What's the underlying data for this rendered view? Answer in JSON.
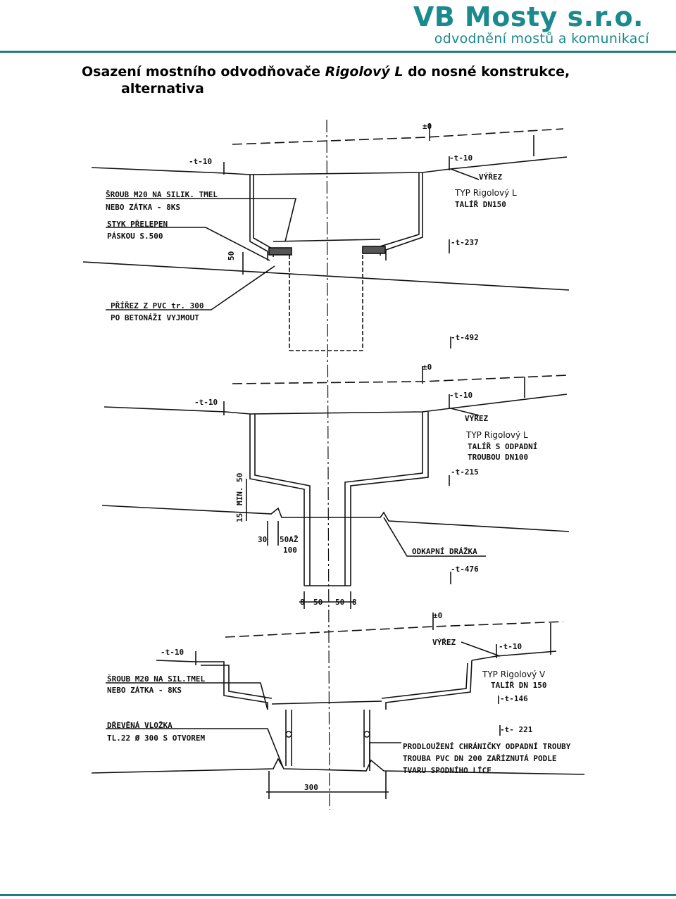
{
  "header": {
    "logo_main": "VB Mosty s.r.o.",
    "logo_sub": "odvodnění mostů a komunikací",
    "brand_color": "#1a8a8c",
    "rule_color": "#1f7d84"
  },
  "title": {
    "part1": "Osazení mostního odvodňovače ",
    "part2_italic": "Rigolový L",
    "part3": " do nosné konstrukce,",
    "line2": "alternativa"
  },
  "drawing1": {
    "lev_zero": "±0",
    "lev_m10_left": "-t-10",
    "lev_m10_right": "-t-10",
    "vyrez": "VÝŘEZ",
    "typ": "TYP Rigolový L",
    "talir": "TALÍŘ DN150",
    "lev_237": "-t-237",
    "lev_492": "-t-492",
    "sroub_1": "ŠROUB M20 NA SILIK. TMEL",
    "sroub_2": "NEBO ZÁTKA - 8KS",
    "styk_1": "STYK PŘELEPEN",
    "styk_2": "PÁSKOU S.500",
    "dim_50": "50",
    "prirez_1": "PŘÍŘEZ Z PVC tr. 300",
    "prirez_2": "PO BETONÁŽI VYJMOUT"
  },
  "drawing2": {
    "lev_zero": "±0",
    "lev_m10_left": "-t-10",
    "lev_m10_right": "-t-10",
    "vyrez": "VÝŘEZ",
    "typ": "TYP Rigolový L",
    "talir_1": "TALÍŘ S ODPADNÍ",
    "talir_2": "TROUBOU DN100",
    "lev_215": "-t-215",
    "min50": "MIN. 50",
    "dim_15": "15",
    "dim_30": "30",
    "dim_50az": "50AŽ",
    "dim_100": "100",
    "odkapni": "ODKAPNÍ DRÁŽKA",
    "lev_476": "-t-476",
    "dims_bottom": [
      "8",
      "50",
      "50",
      "8"
    ]
  },
  "drawing3": {
    "lev_zero": "±0",
    "lev_m10_left": "-t-10",
    "lev_m10_right": "-t-10",
    "vyrez": "VÝŘEZ",
    "typ": "TYP Rigolový V",
    "talir": "TALÍŘ DN 150",
    "lev_146": "-t-146",
    "lev_221": "-t- 221",
    "sroub_1": "ŠROUB M20 NA SIL.TMEL",
    "sroub_2": "NEBO ZÁTKA - 8KS",
    "drevena_1": "DŘEVĚNÁ VLOŽKA",
    "drevena_2": "TL.22 Ø 300 S OTVOREM",
    "prodl_1": "PRODLOUŽENÍ CHRÁNIČKY ODPADNÍ TROUBY",
    "prodl_2": "TROUBA PVC DN 200 ZAŘÍZNUTÁ PODLE",
    "prodl_3": "TVARU SPODNÍHO LÍCE",
    "dim_300": "300"
  }
}
